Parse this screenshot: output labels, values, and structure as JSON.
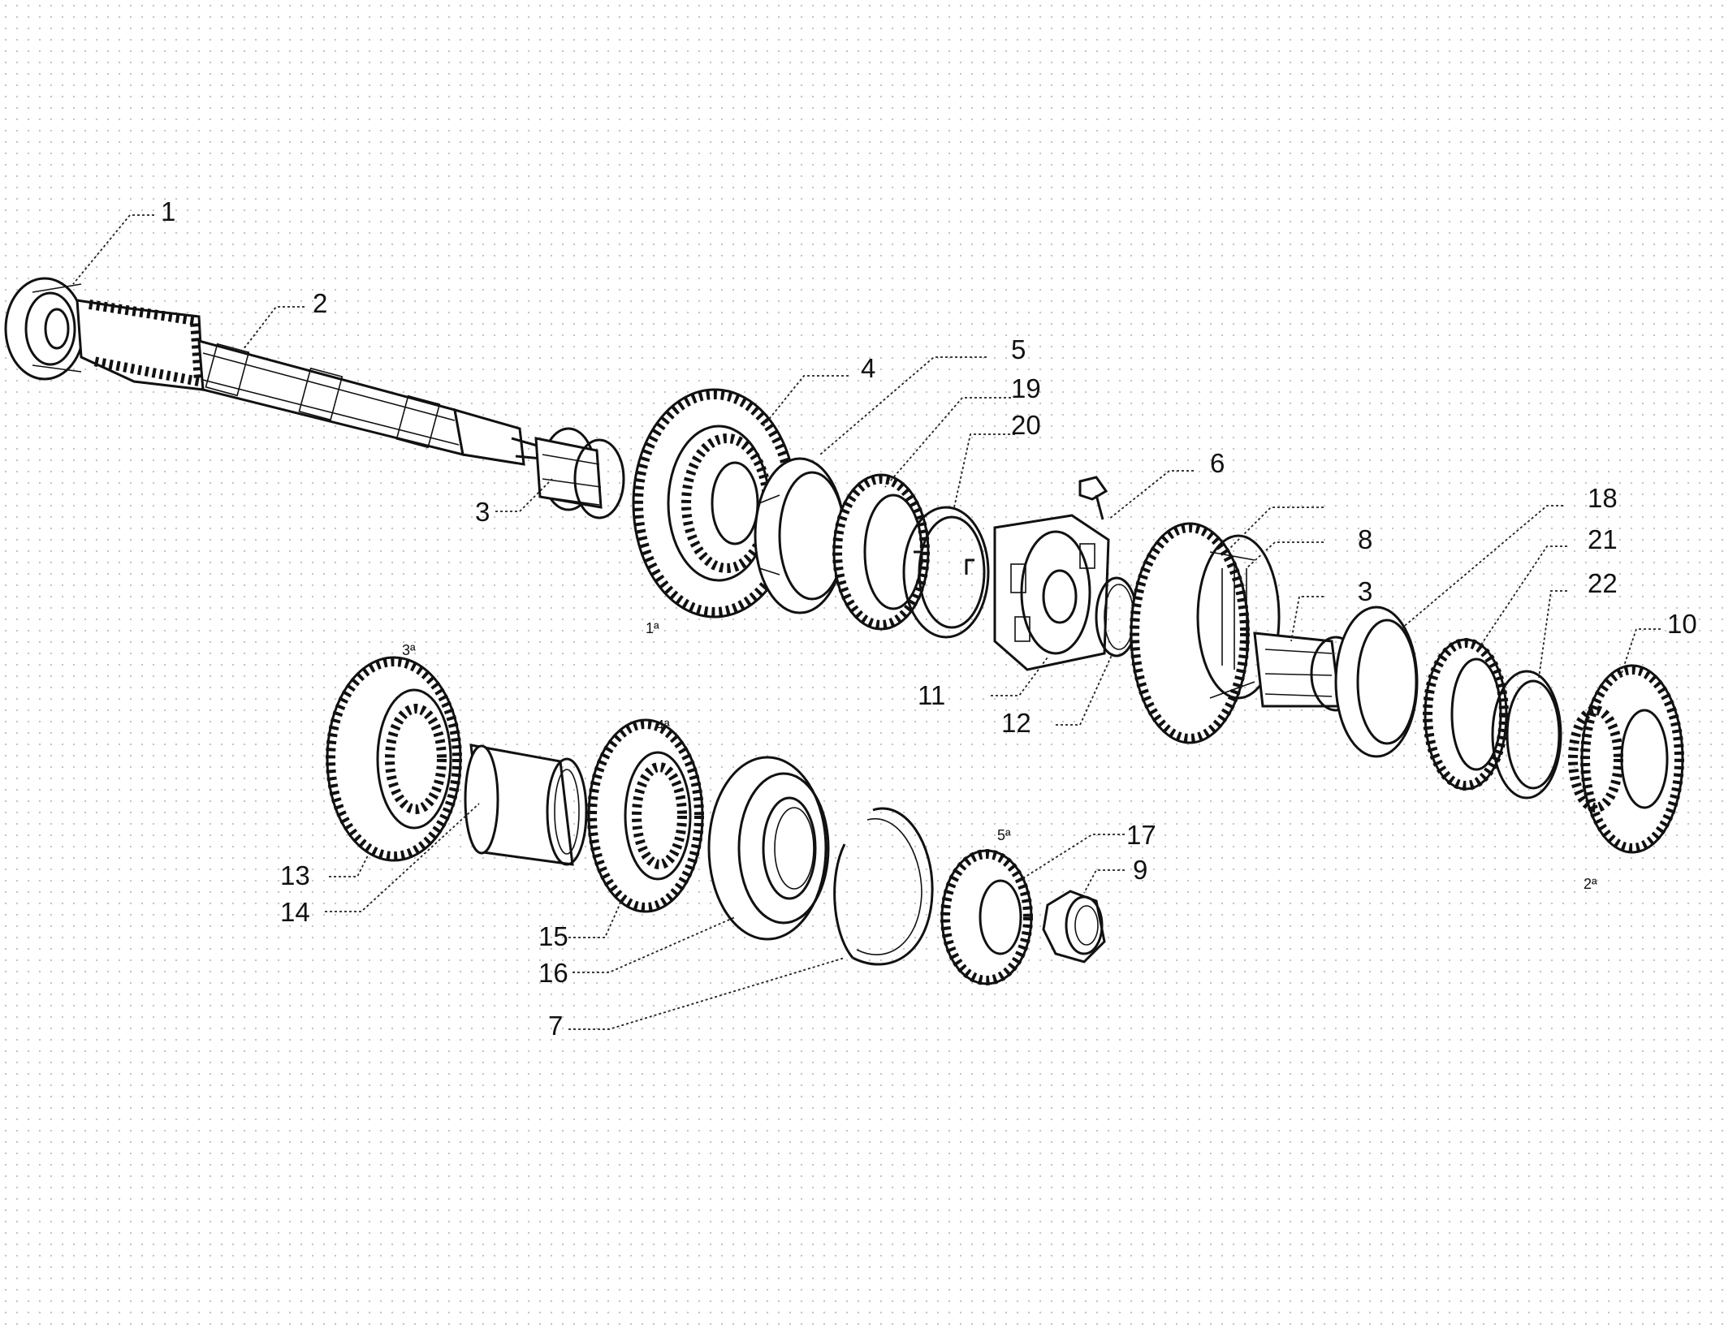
{
  "callouts": {
    "c1": "1",
    "c2": "2",
    "c3a": "3",
    "c3b": "3",
    "c4": "4",
    "c5": "5",
    "c6": "6",
    "c7": "7",
    "c8": "8",
    "c9": "9",
    "c10": "10",
    "c11": "11",
    "c12": "12",
    "c13": "13",
    "c14": "14",
    "c15": "15",
    "c16": "16",
    "c17": "17",
    "c18": "18",
    "c19": "19",
    "c20": "20",
    "c21": "21",
    "c22": "22"
  },
  "gear_labels": {
    "first": "1ª",
    "second": "2ª",
    "third": "3ª",
    "fourth": "4ª",
    "fifth": "5ª"
  }
}
